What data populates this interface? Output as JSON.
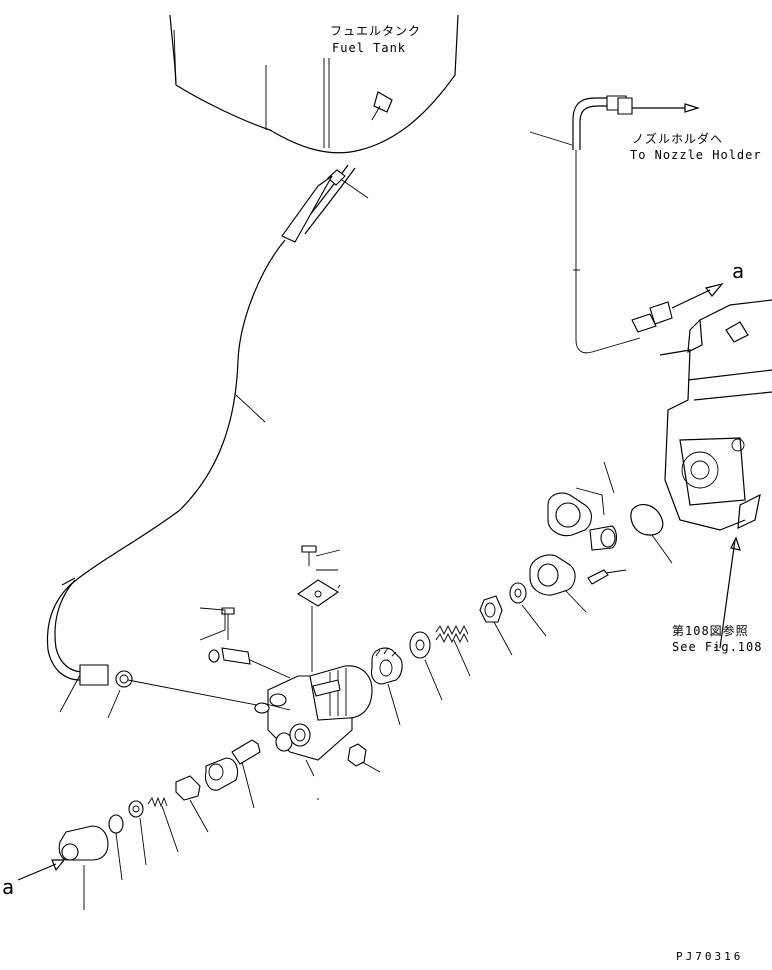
{
  "labels": {
    "fuel_tank_jp": "フュエルタンク",
    "fuel_tank_en": "Fuel Tank",
    "nozzle_holder_jp": "ノズルホルダヘ",
    "nozzle_holder_en": "To Nozzle Holder",
    "ref_jp": "第108図参照",
    "ref_en": "See Fig.108",
    "connector_a_top": "a",
    "connector_a_bottom": "a",
    "drawing_code": "PJ70316"
  }
}
